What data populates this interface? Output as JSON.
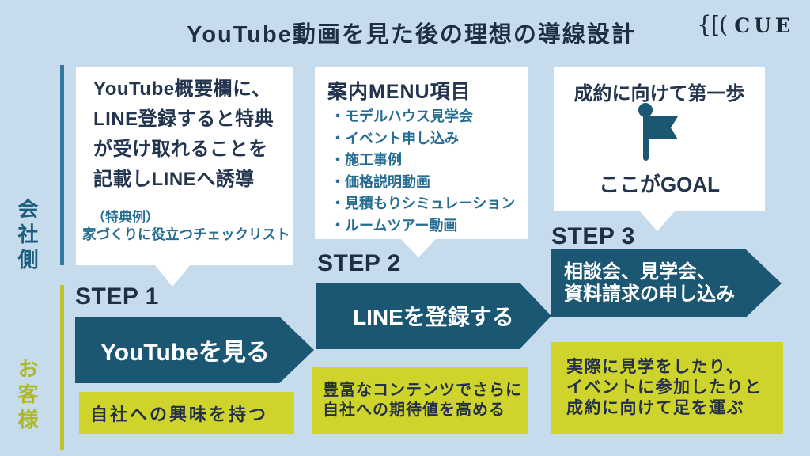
{
  "title": "YouTube動画を見た後の理想の導線設計",
  "logo": {
    "marks": "{[(",
    "name": "CUE"
  },
  "lanes": {
    "company": "会社側",
    "customer": "お客様"
  },
  "bullet_char": "・",
  "colors": {
    "background": "#c6dcec",
    "teal_dark": "#1b5773",
    "teal_bar": "#3279a1",
    "teal_text": "#256d92",
    "navy": "#1f2d45",
    "yellow": "#cfd42d",
    "yellow_dark": "#bcc52b",
    "white": "#ffffff"
  },
  "steps": [
    {
      "label": "STEP 1",
      "action": "YouTubeを見る",
      "outcome_lines": [
        "自社への興味を持つ"
      ],
      "bubble": {
        "lines": [
          "YouTube概要欄に、",
          "LINE登録すると特典",
          "が受け取れることを",
          "記載しLINEへ誘導"
        ],
        "note_label": "（特典例）",
        "note": "家づくりに役立つチェックリスト"
      }
    },
    {
      "label": "STEP 2",
      "action": "LINEを登録する",
      "outcome_lines": [
        "豊富なコンテンツでさらに",
        "自社への期待値を高める"
      ],
      "bubble": {
        "heading": "案内MENU項目",
        "items": [
          "モデルハウス見学会",
          "イベント申し込み",
          "施工事例",
          "価格説明動画",
          "見積もりシミュレーション",
          "ルームツアー動画"
        ]
      }
    },
    {
      "label": "STEP 3",
      "action_lines": [
        "相談会、見学会、",
        "資料請求の申し込み"
      ],
      "outcome_lines": [
        "実際に見学をしたり、",
        "イベントに参加したりと",
        "成約に向けて足を運ぶ"
      ],
      "bubble": {
        "heading": "成約に向けて第一歩",
        "goal": "ここがGOAL"
      }
    }
  ]
}
